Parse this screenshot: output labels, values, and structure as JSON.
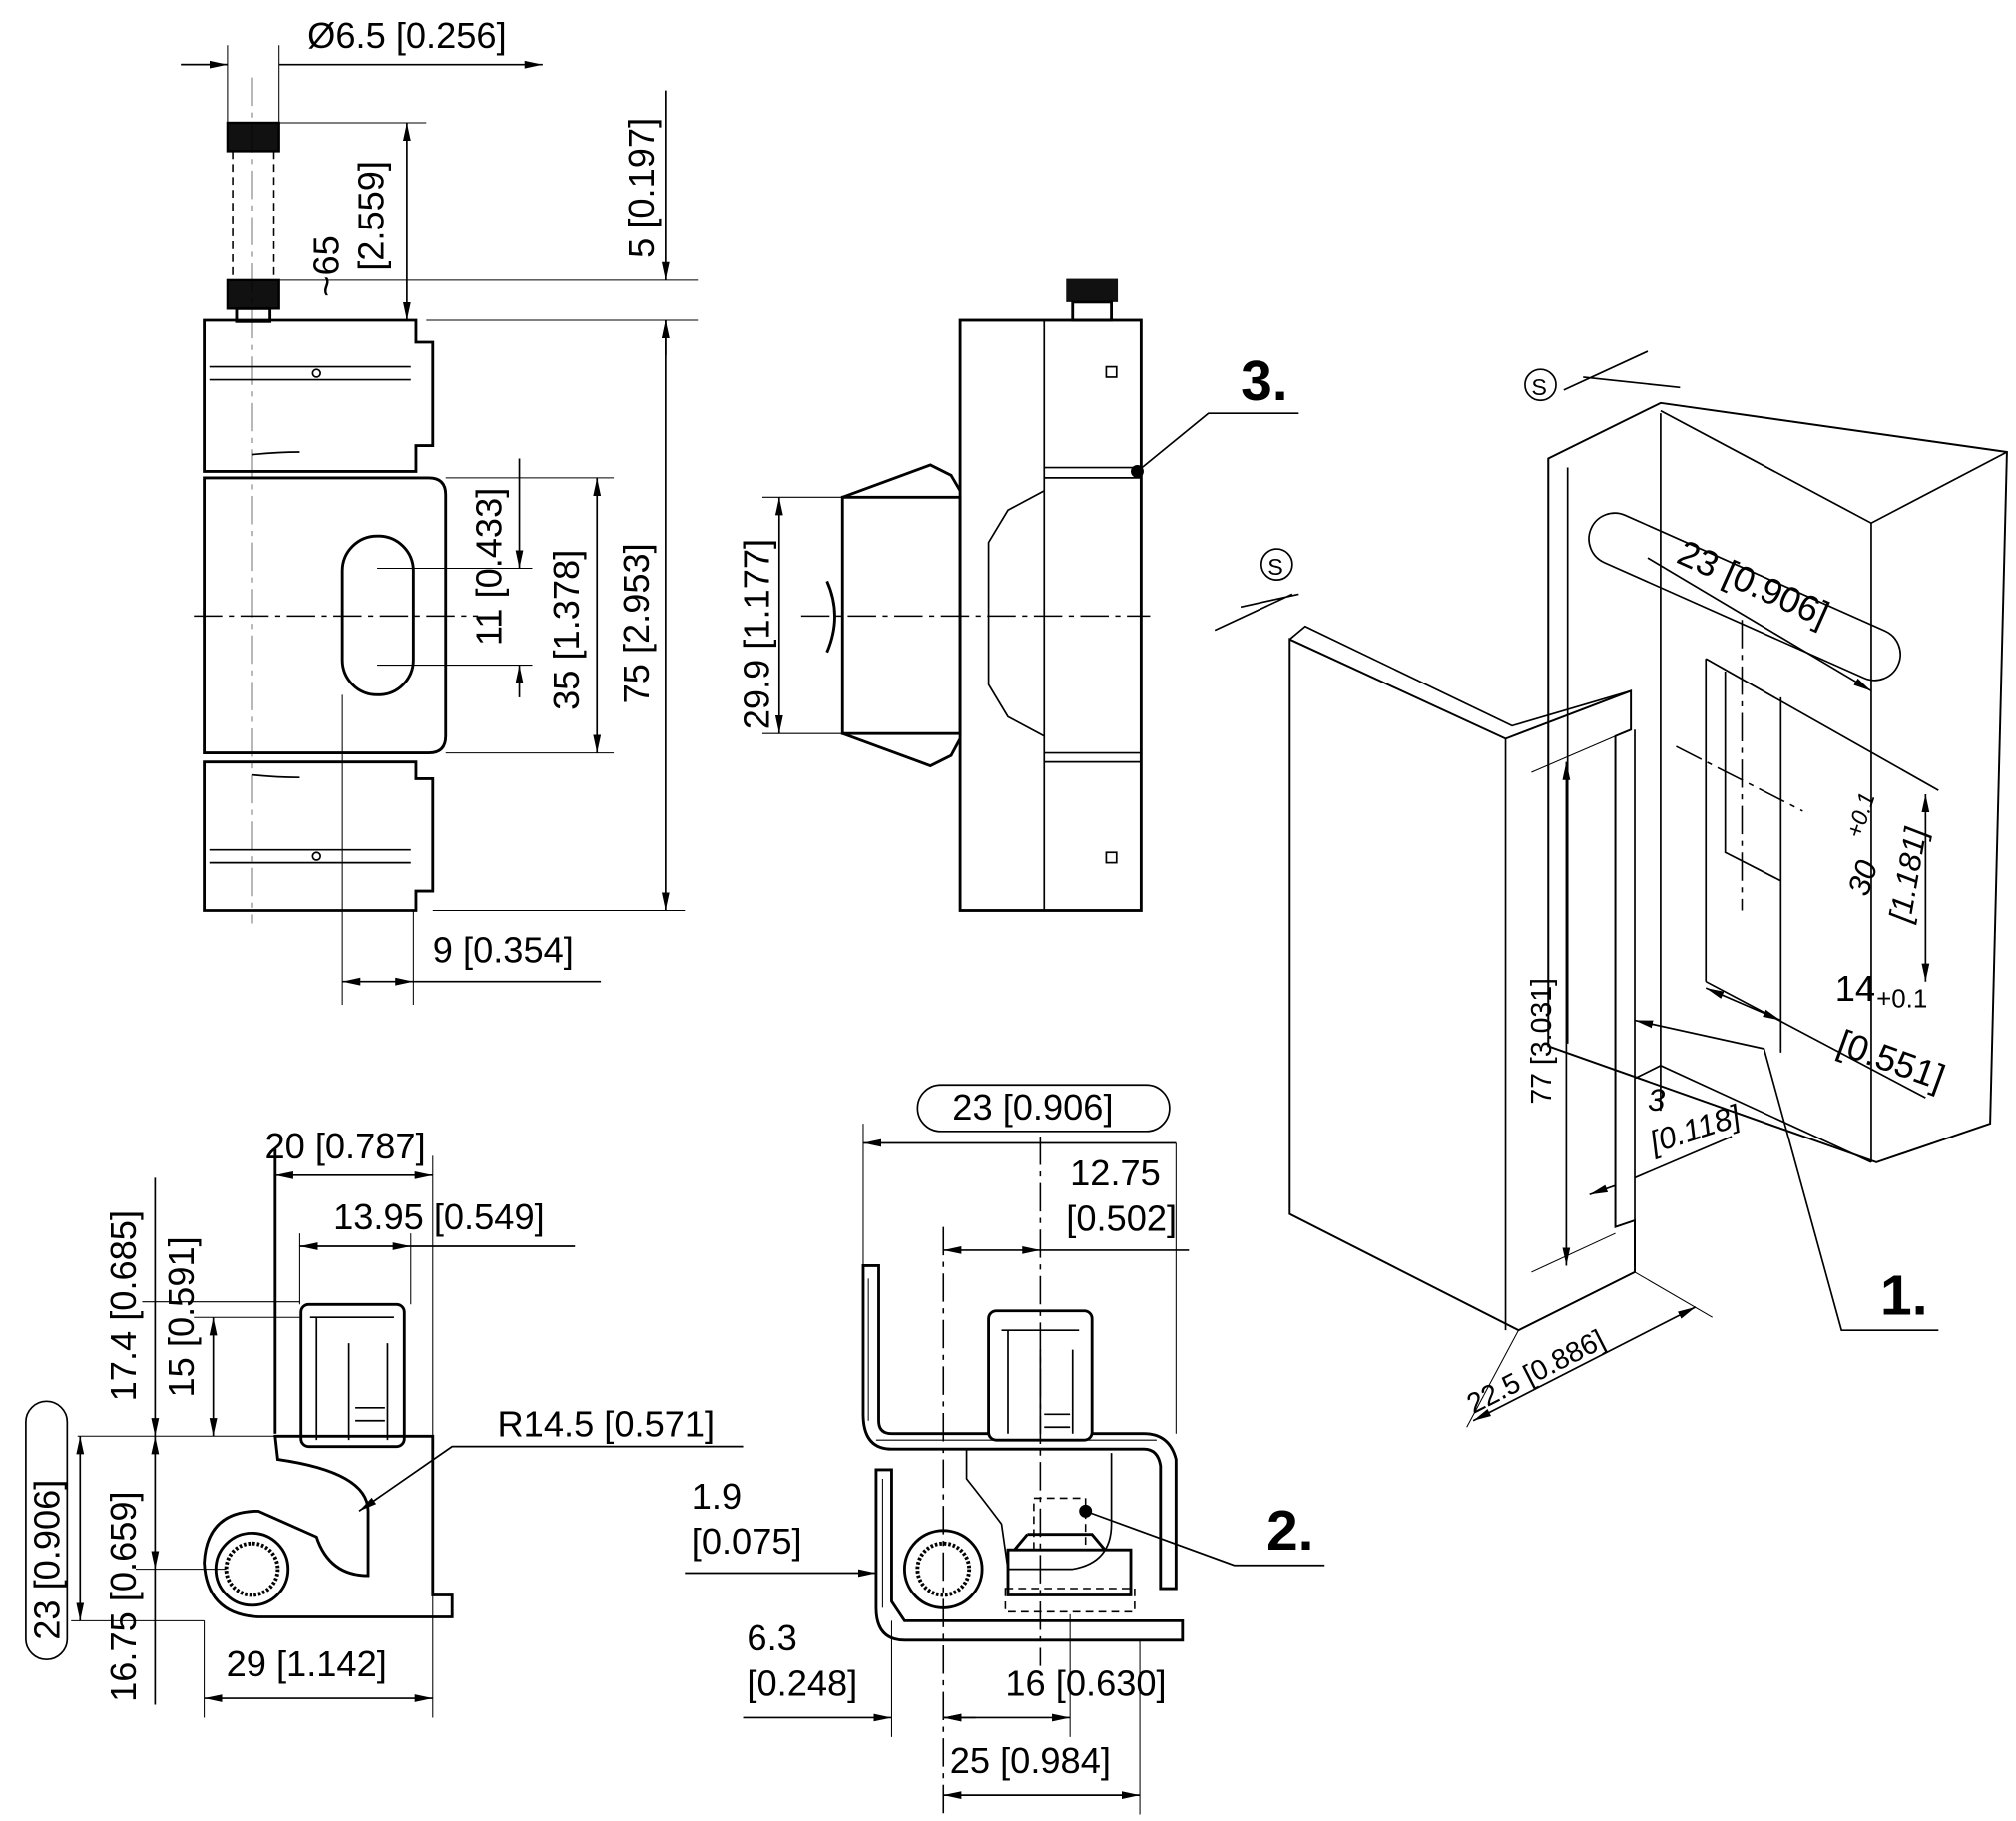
{
  "drawing": {
    "top_left": {
      "diameter": "Ø6.5 [0.256]",
      "pin_length_mm": "~65",
      "pin_length_in": "[2.559]",
      "pin_offset": "5 [0.197]",
      "height_total": "75 [2.953]",
      "height_mid": "35 [1.378]",
      "slot": "11 [0.433]",
      "offset": "9 [0.354]"
    },
    "top_middle": {
      "height": "29.9 [1.177]",
      "callout": "3."
    },
    "bottom_left": {
      "width_top": "20 [0.787]",
      "width_inner": "13.95 [0.549]",
      "h1": "17.4 [0.685]",
      "h2": "15 [0.591]",
      "radius": "R14.5 [0.571]",
      "h_total": "23 [0.906]",
      "h_axis": "16.75 [0.659]",
      "width": "29 [1.142]"
    },
    "bottom_middle": {
      "width_boxed": "23 [0.906]",
      "off_mm": "12.75",
      "off_in": "[0.502]",
      "t_mm": "1.9",
      "t_in": "[0.075]",
      "a_mm": "6.3",
      "a_in": "[0.248]",
      "b": "16 [0.630]",
      "c": "25 [0.984]",
      "callout": "2."
    },
    "isometric": {
      "s_symbol": "S",
      "cut_offset": "23 [0.906]",
      "cut_height": "30",
      "cut_height_tol": "+0.1",
      "cut_height_in": "[1.181]",
      "cut_width": "14",
      "cut_width_tol": "+0.1",
      "cut_width_in": "[0.551]",
      "flange_height": "77 [3.031]",
      "gap_mm": "3",
      "gap_in": "[0.118]",
      "depth": "22.5 [0.886]",
      "callout": "1."
    }
  }
}
